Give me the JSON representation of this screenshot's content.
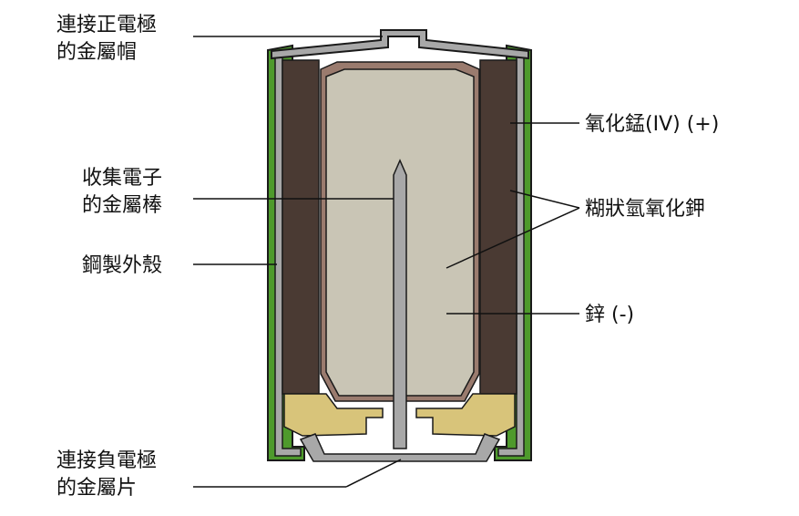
{
  "labels": {
    "positive_cap": [
      "連接正電極",
      "的金屬帽"
    ],
    "collector": [
      "收集電子",
      "的金屬棒"
    ],
    "steel_case": "鋼製外殼",
    "negative_plate": [
      "連接負電極",
      "的金屬片"
    ],
    "manganese": "氧化錳(IV) (+)",
    "koh_paste": "糊狀氫氧化鉀",
    "zinc": "鋅 (-)"
  },
  "colors": {
    "outer_case": "#4e9a2c",
    "metal": "#a8a8a8",
    "manganese_dioxide": "#4a3a33",
    "zinc_paste": "#c9c5b5",
    "separator": "#9a7b6e",
    "seal": "#d8c47a",
    "leader_line": "#111111"
  }
}
